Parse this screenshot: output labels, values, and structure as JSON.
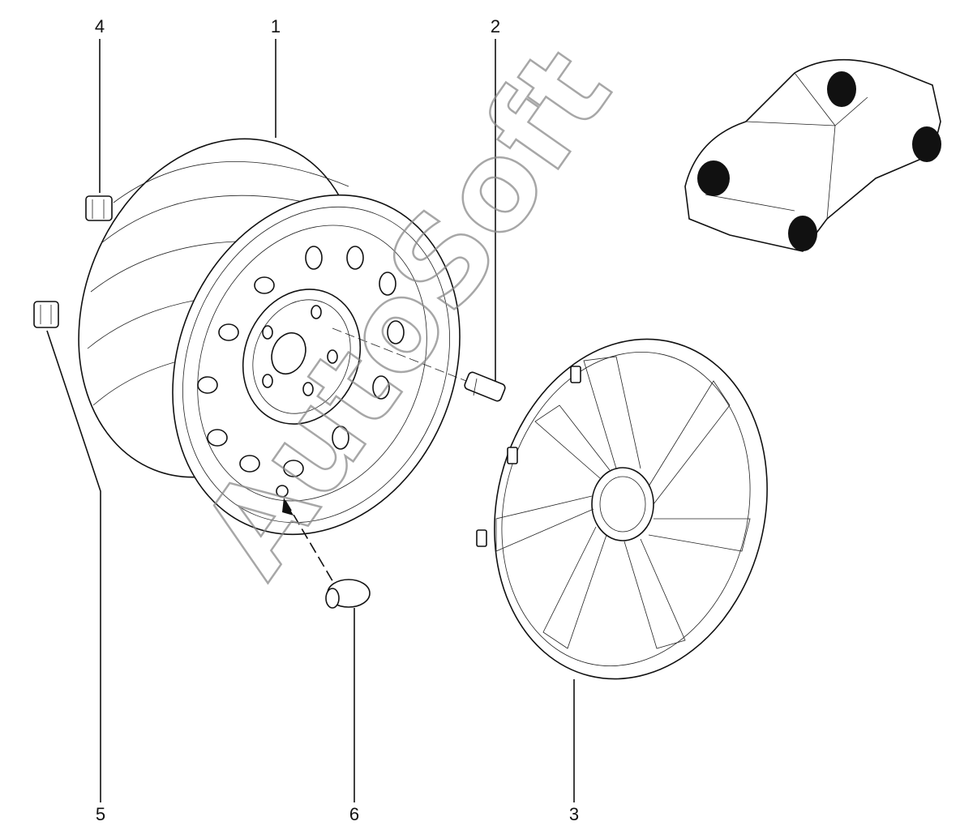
{
  "callouts": [
    {
      "id": "1",
      "label": "1"
    },
    {
      "id": "2",
      "label": "2"
    },
    {
      "id": "3",
      "label": "3"
    },
    {
      "id": "4",
      "label": "4"
    },
    {
      "id": "5",
      "label": "5"
    },
    {
      "id": "6",
      "label": "6"
    }
  ],
  "watermark": "AutoSoft"
}
